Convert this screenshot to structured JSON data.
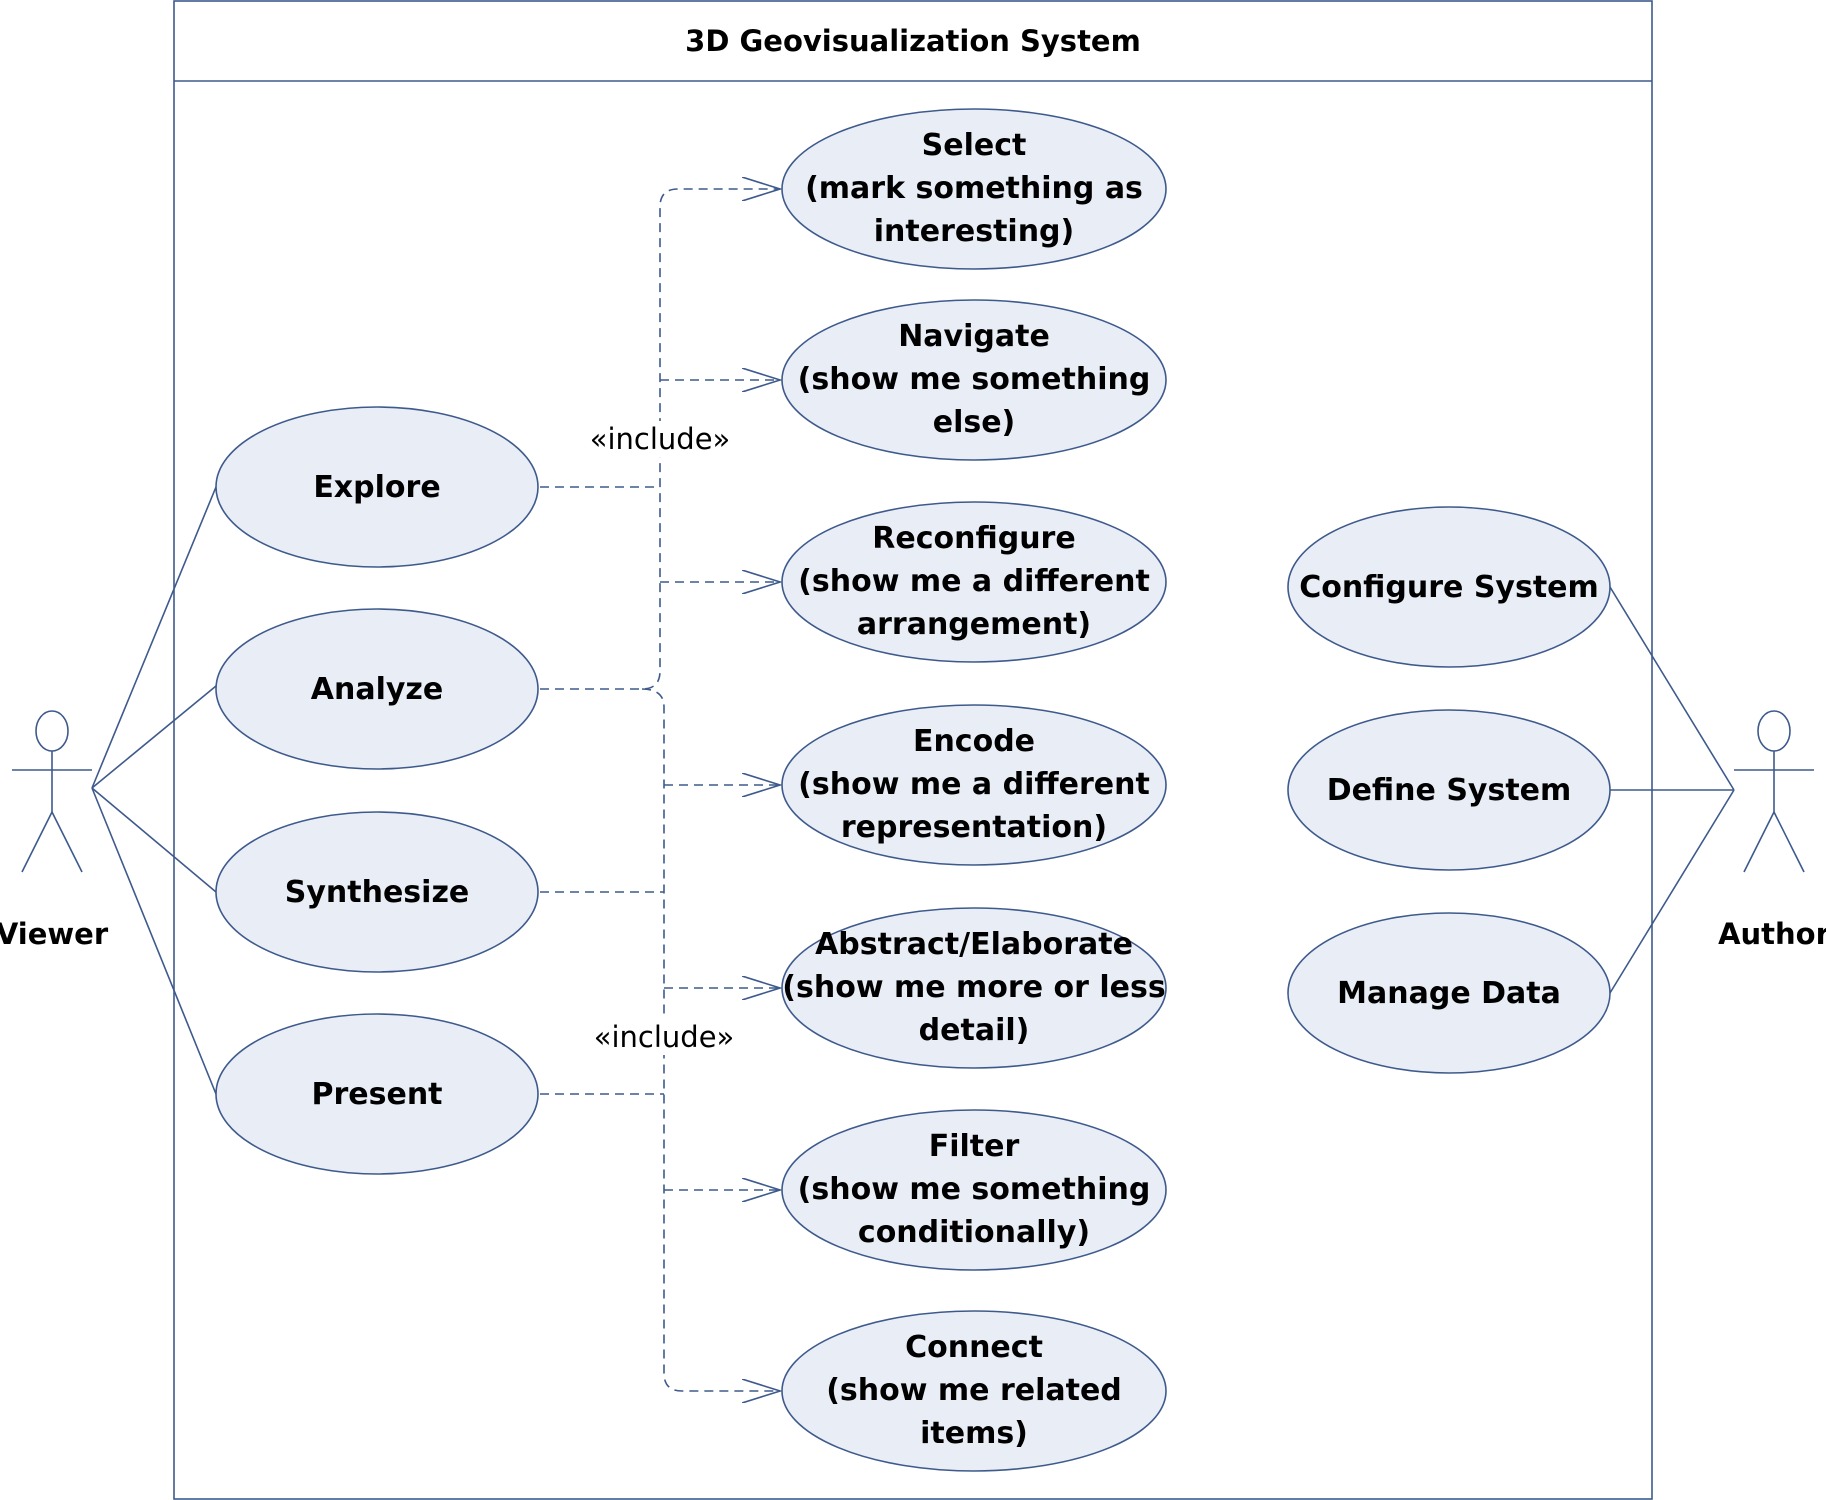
{
  "diagram": {
    "type": "uml-use-case",
    "system": {
      "title": "3D Geovisualization System"
    },
    "colors": {
      "line": "#3e5a8c",
      "ellipse_fill": "#e9edf6",
      "background": "#ffffff"
    },
    "actors": [
      {
        "id": "viewer",
        "label": "Viewer"
      },
      {
        "id": "author",
        "label": "Author"
      }
    ],
    "viewer_use_cases": [
      {
        "id": "explore",
        "lines": [
          "Explore"
        ]
      },
      {
        "id": "analyze",
        "lines": [
          "Analyze"
        ]
      },
      {
        "id": "synthesize",
        "lines": [
          "Synthesize"
        ]
      },
      {
        "id": "present",
        "lines": [
          "Present"
        ]
      }
    ],
    "included_use_cases": [
      {
        "id": "select",
        "lines": [
          "Select",
          "(mark something as",
          "interesting)"
        ]
      },
      {
        "id": "navigate",
        "lines": [
          "Navigate",
          "(show me something",
          "else)"
        ]
      },
      {
        "id": "reconfigure",
        "lines": [
          "Reconfigure",
          "(show me a different",
          "arrangement)"
        ]
      },
      {
        "id": "encode",
        "lines": [
          "Encode",
          "(show me a different",
          "representation)"
        ]
      },
      {
        "id": "abstract-elaborate",
        "lines": [
          "Abstract/Elaborate",
          "(show me more or less",
          "detail)"
        ]
      },
      {
        "id": "filter",
        "lines": [
          "Filter",
          "(show me something",
          "conditionally)"
        ]
      },
      {
        "id": "connect",
        "lines": [
          "Connect",
          "(show me related",
          "items)"
        ]
      }
    ],
    "author_use_cases": [
      {
        "id": "configure-system",
        "lines": [
          "Configure System"
        ]
      },
      {
        "id": "define-system",
        "lines": [
          "Define System"
        ]
      },
      {
        "id": "manage-data",
        "lines": [
          "Manage Data"
        ]
      }
    ],
    "stereotypes": [
      "«include»",
      "«include»"
    ]
  }
}
